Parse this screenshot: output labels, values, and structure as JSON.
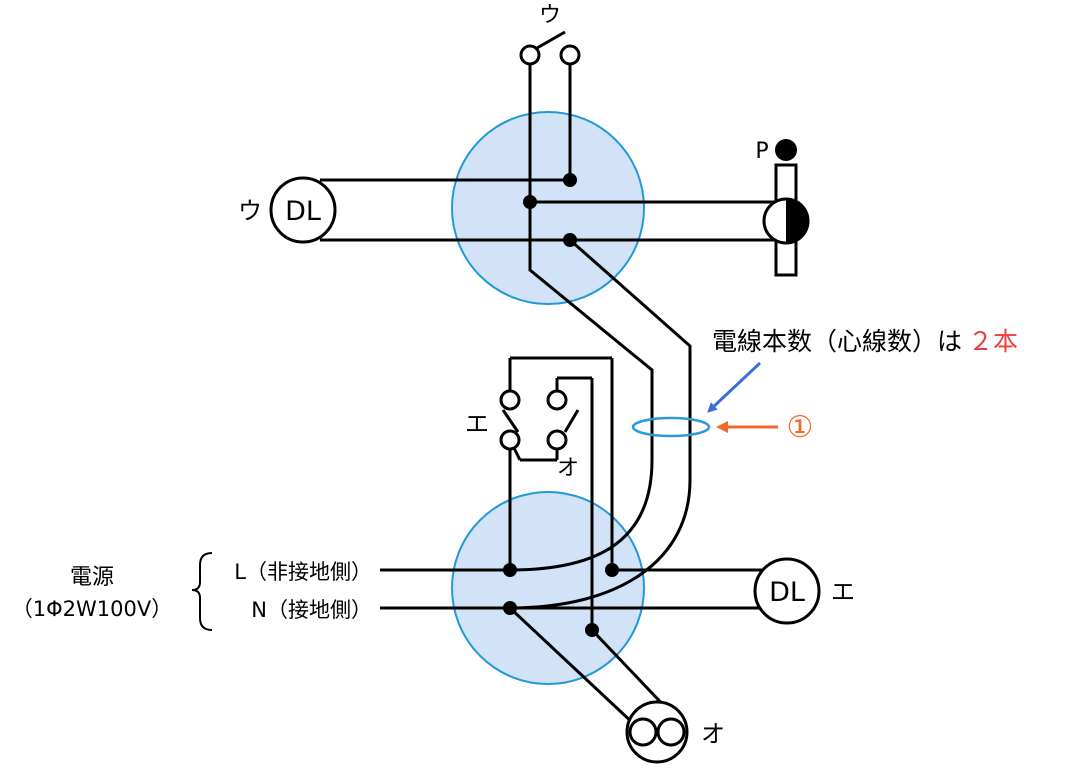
{
  "labels": {
    "switch_u": "ウ",
    "dl_u": "ウ",
    "dl_text": "DL",
    "dl_e": "エ",
    "switch_e": "エ",
    "switch_o": "オ",
    "outlet_o": "オ",
    "pilot": "P",
    "power": "電源",
    "power_spec": "（1Φ2W100V）",
    "line_l": "L（非接地側）",
    "line_n": "N（接地側）"
  },
  "callout": {
    "text_main": "電線本数（心線数）は",
    "text_count": "２本",
    "marker": "①"
  },
  "colors": {
    "box_fill": "#d3e3f7",
    "box_stroke": "#1f9ad6",
    "count_red": "#f03c3c",
    "marker_orange": "#f06a2a",
    "arrow_blue": "#3a6fd8",
    "ring_blue": "#2a9ad8"
  }
}
